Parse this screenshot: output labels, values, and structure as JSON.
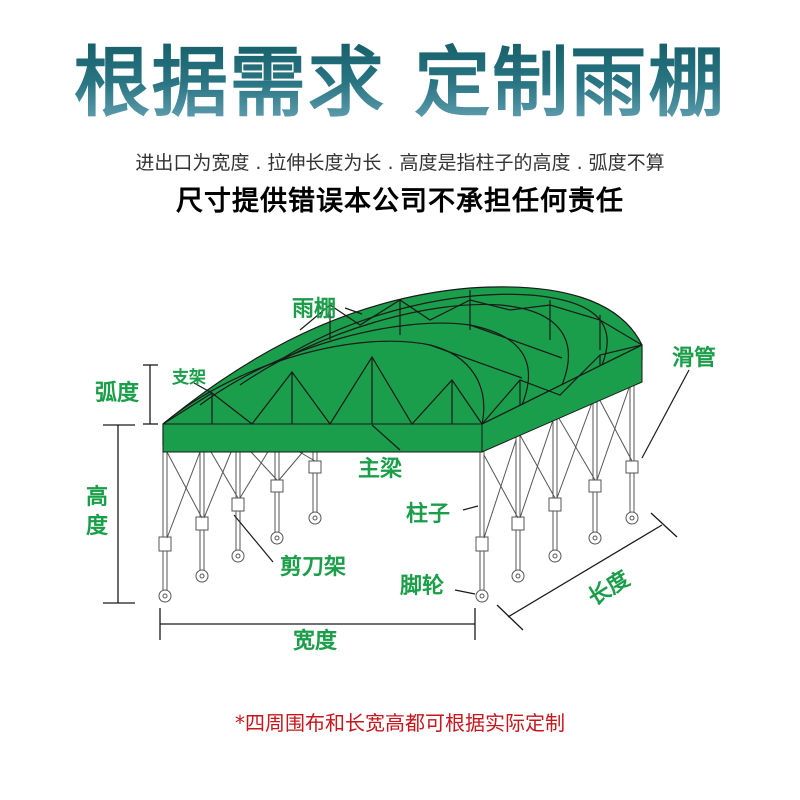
{
  "header": {
    "title": "根据需求 定制雨棚",
    "note_line1": "进出口为宽度 . 拉伸长度为长 . 高度是指柱子的高度 . 弧度不算",
    "note_line2": "尺寸提供错误本公司不承担任何责任"
  },
  "diagram": {
    "labels": {
      "canopy": "雨棚",
      "bracket": "支架",
      "arc": "弧度",
      "height_line1": "高",
      "height_line2": "度",
      "main_beam": "主梁",
      "slide_tube": "滑管",
      "pillar": "柱子",
      "scissor_frame": "剪刀架",
      "caster": "脚轮",
      "width": "宽度",
      "length": "长度"
    },
    "colors": {
      "canopy_green": "#1a9e4b",
      "label_green": "#1a9e49",
      "frame_line": "#1a1a1a"
    }
  },
  "footer": {
    "note": "*四周围布和长宽高都可根据实际定制",
    "note_color": "#c8161d"
  }
}
